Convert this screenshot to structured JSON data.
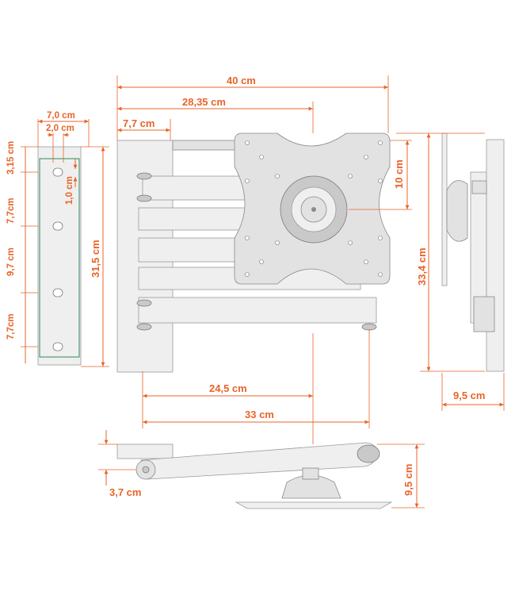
{
  "colors": {
    "dimension": "#e8642a",
    "part_fill": "#e2e2e2",
    "part_stroke": "#8a8a8a"
  },
  "dimensions": {
    "total_extension": "40 cm",
    "plate_center_offset": "28,35 cm",
    "wall_plate_offset": "7,7 cm",
    "wall_plate_width": "7,0 cm",
    "slot_spacing_width": "2,0 cm",
    "top_offset": "3,15 cm",
    "slot_length": "1,0 cm",
    "slot_pitch_1": "7,7cm",
    "slot_pitch_2": "9,7 cm",
    "slot_pitch_3": "7,7cm",
    "wall_plate_height": "31,5 cm",
    "vesa_height_offset": "10 cm",
    "side_total_height": "33,4 cm",
    "side_depth": "9,5 cm",
    "arm_short_reach": "24,5 cm",
    "arm_long_reach": "33 cm",
    "top_view_offset": "3,7 cm",
    "top_view_height": "9,5 cm"
  }
}
